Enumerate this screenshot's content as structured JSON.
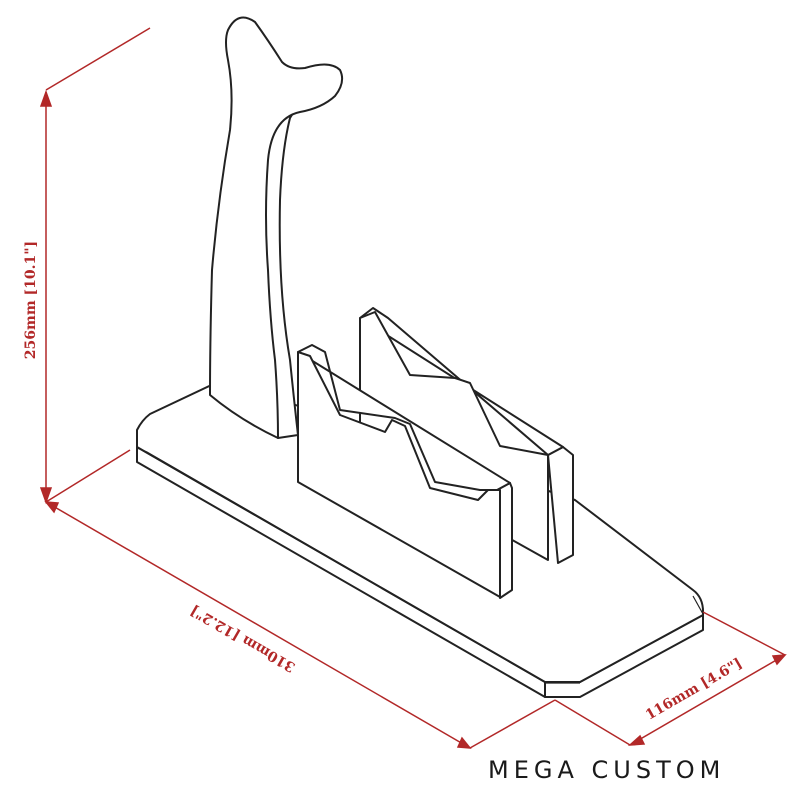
{
  "drawing": {
    "dimensions": {
      "height": "256mm [10.1\"]",
      "length": "310mm [12.2\"]",
      "width": "116mm [4.6\"]"
    },
    "dimension_color": "#b22828",
    "line_color": "#222222"
  },
  "brand": {
    "name": "MEGA CUSTOM"
  }
}
